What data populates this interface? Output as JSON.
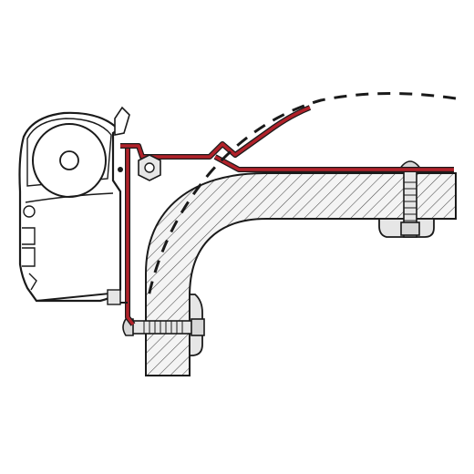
{
  "diagram": {
    "kind": "technical-line-drawing",
    "components": [
      "awning-cassette",
      "adapter-bracket",
      "roof-profile",
      "wall-block",
      "vertical-bolt",
      "horizontal-bolt",
      "curved-fairing-outline"
    ],
    "colors": {
      "outline": "#1a1a1a",
      "bracket": "#b1222a",
      "hatch": "#4a4a4a",
      "profile_fill": "#f4f4f4",
      "cassette_fill": "#ffffff",
      "hardware_fill": "#e6e6e6",
      "nut_fill": "#d7d7d7"
    },
    "dashed_outline": true
  }
}
